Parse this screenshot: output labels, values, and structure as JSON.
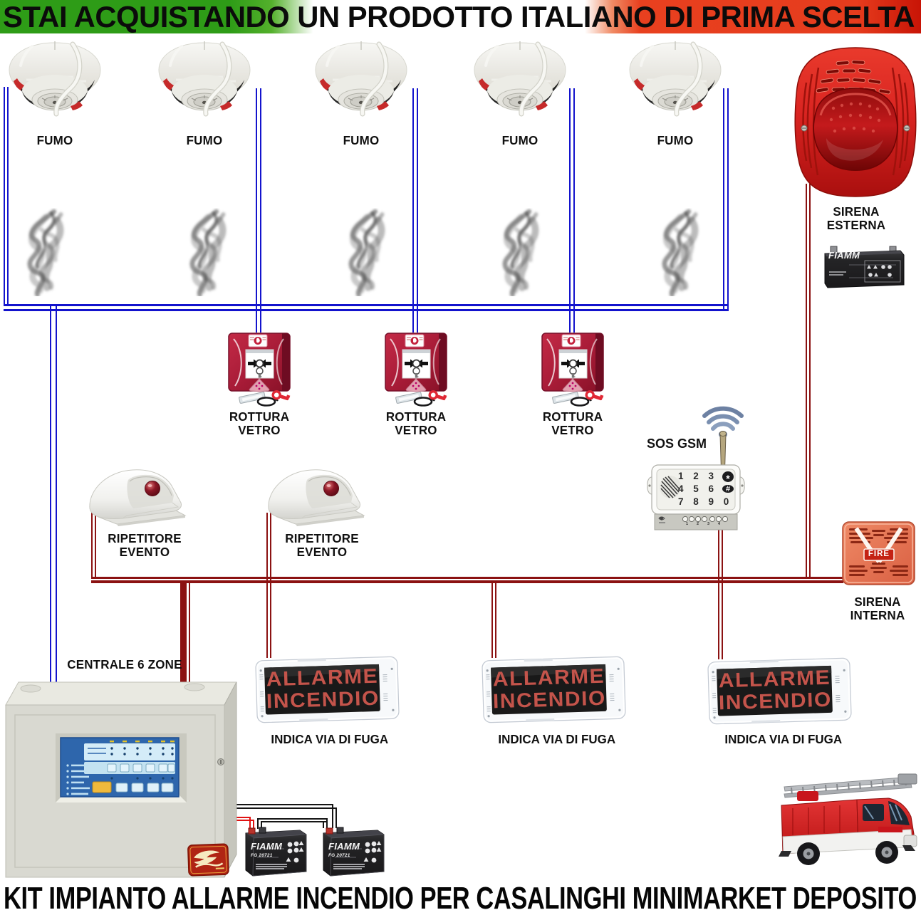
{
  "banner": {
    "text": "STAI ACQUISTANDO UN PRODOTTO ITALIANO DI PRIMA SCELTA"
  },
  "footer": {
    "text": "KIT IMPIANTO ALLARME INCENDIO PER CASALINGHI MINIMARKET DEPOSITO"
  },
  "colors": {
    "detection_loop_blue": "#1313cd",
    "alarm_loop_red": "#8b1212",
    "banner_green": "#2e9c17",
    "banner_red": "#e63c1d",
    "sign_led_red": "#c4544b",
    "panel_blue": "#2f66ad"
  },
  "smoke_detectors": [
    {
      "label": "FUMO"
    },
    {
      "label": "FUMO"
    },
    {
      "label": "FUMO"
    },
    {
      "label": "FUMO"
    },
    {
      "label": "FUMO"
    }
  ],
  "call_points": [
    {
      "line1": "ROTTURA",
      "line2": "VETRO"
    },
    {
      "line1": "ROTTURA",
      "line2": "VETRO"
    },
    {
      "line1": "ROTTURA",
      "line2": "VETRO"
    }
  ],
  "repeaters": [
    {
      "line1": "RIPETITORE",
      "line2": "EVENTO"
    },
    {
      "line1": "RIPETITORE",
      "line2": "EVENTO"
    }
  ],
  "gsm": {
    "label": "SOS GSM",
    "keypad_row1": "1 2 3",
    "keypad_row2": "4 5 6",
    "keypad_row3": "7 8 9 0",
    "key_star": "*",
    "key_hash": "#",
    "indicator_labels": "1 2 3 4"
  },
  "external_siren": {
    "line1": "SIRENA",
    "line2": "ESTERNA"
  },
  "external_battery": {
    "brand": "FIAMM"
  },
  "internal_siren": {
    "line1": "SIRENA",
    "line2": "INTERNA",
    "badge": "FIRE"
  },
  "control_panel": {
    "label": "CENTRALE 6 ZONE"
  },
  "exit_signs": [
    {
      "display_line1": "ALLARME",
      "display_line2": "INCENDIO",
      "caption": "INDICA VIA DI FUGA"
    },
    {
      "display_line1": "ALLARME",
      "display_line2": "INCENDIO",
      "caption": "INDICA VIA DI FUGA"
    },
    {
      "display_line1": "ALLARME",
      "display_line2": "INCENDIO",
      "caption": "INDICA VIA DI FUGA"
    }
  ],
  "batteries": [
    {
      "brand": "FIAMM",
      "model": "FG 20721"
    },
    {
      "brand": "FIAMM",
      "model": "FG 20721"
    }
  ]
}
